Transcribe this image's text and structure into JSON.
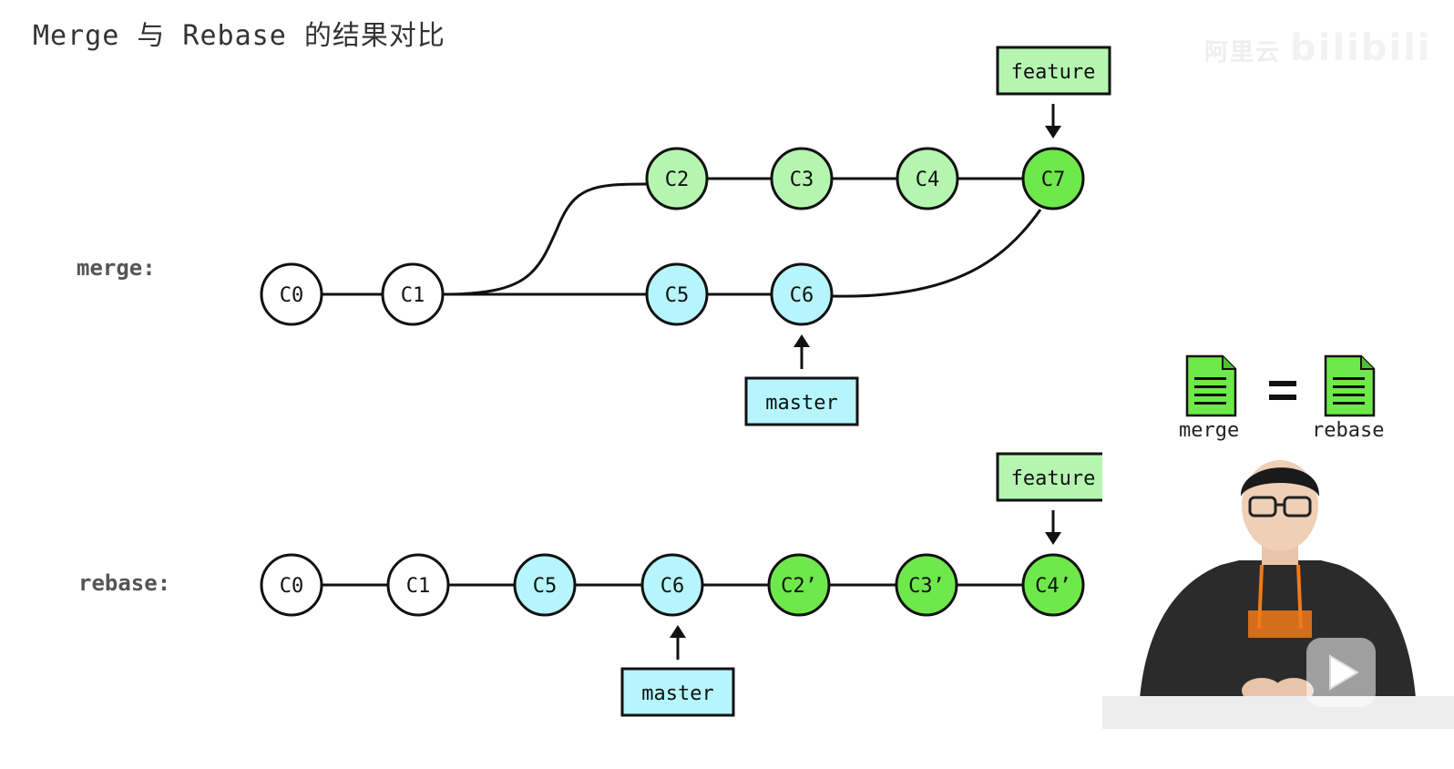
{
  "title": "Merge 与 Rebase 的结果对比",
  "watermark": "阿里云",
  "brand": "bilibili",
  "merge_section": {
    "label": "merge:",
    "commits": [
      {
        "id": "c0",
        "label": "C0",
        "kind": "base"
      },
      {
        "id": "c1",
        "label": "C1",
        "kind": "base"
      },
      {
        "id": "c2",
        "label": "C2",
        "kind": "feature"
      },
      {
        "id": "c3",
        "label": "C3",
        "kind": "feature"
      },
      {
        "id": "c4",
        "label": "C4",
        "kind": "feature"
      },
      {
        "id": "c7",
        "label": "C7",
        "kind": "merge"
      },
      {
        "id": "c5",
        "label": "C5",
        "kind": "master"
      },
      {
        "id": "c6",
        "label": "C6",
        "kind": "master"
      }
    ],
    "feature_pointer": "feature",
    "master_pointer": "master"
  },
  "rebase_section": {
    "label": "rebase:",
    "commits": [
      {
        "id": "c0",
        "label": "C0",
        "kind": "base"
      },
      {
        "id": "c1",
        "label": "C1",
        "kind": "base"
      },
      {
        "id": "c5",
        "label": "C5",
        "kind": "master"
      },
      {
        "id": "c6",
        "label": "C6",
        "kind": "master"
      },
      {
        "id": "c2p",
        "label": "C2’",
        "kind": "rebased"
      },
      {
        "id": "c3p",
        "label": "C3’",
        "kind": "rebased"
      },
      {
        "id": "c4p",
        "label": "C4’",
        "kind": "rebased"
      }
    ],
    "feature_pointer": "feature",
    "master_pointer": "master"
  },
  "legend": {
    "left_caption": "merge",
    "equals": "=",
    "right_caption": "rebase",
    "icon": "document-icon"
  },
  "colors": {
    "base": "#ffffff",
    "feature": "#b5f5b0",
    "merge": "#6ee84a",
    "master": "#b5f5fb",
    "rebased": "#6ee84a",
    "feature_label_bg": "#b5f5b0",
    "master_label_bg": "#b5f5fb",
    "document": "#6ee84a"
  }
}
